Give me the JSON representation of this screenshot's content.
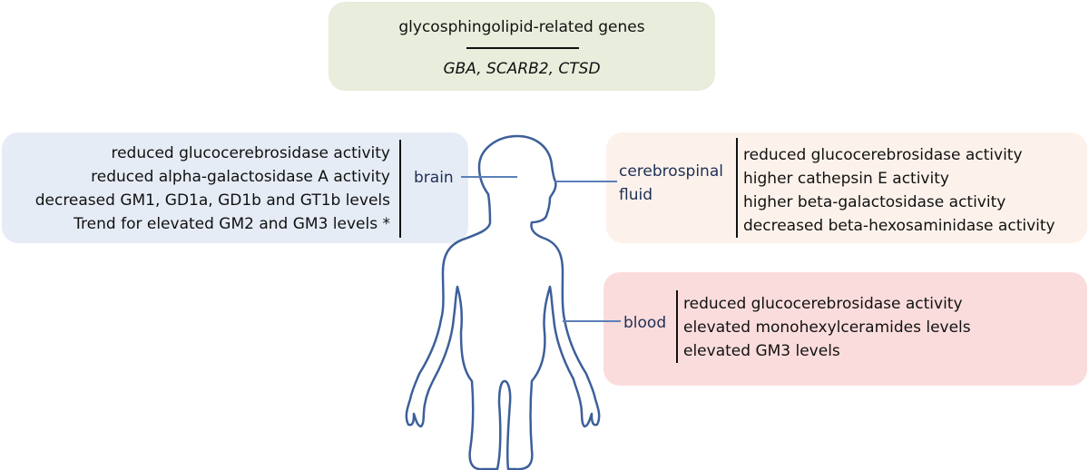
{
  "genes": {
    "title": "glycosphingolipid-related genes",
    "list": "GBA, SCARB2, CTSD"
  },
  "brain": {
    "label": "brain",
    "items": [
      "reduced glucocerebrosidase activity",
      "reduced alpha-galactosidase A activity",
      "decreased GM1, GD1a, GD1b and GT1b levels",
      "Trend for elevated GM2 and GM3 levels *"
    ]
  },
  "csf": {
    "label_line1": "cerebrospinal",
    "label_line2": "fluid",
    "items": [
      "reduced glucocerebrosidase activity",
      "higher cathepsin E activity",
      "higher beta-galactosidase activity",
      "decreased beta-hexosaminidase activity"
    ]
  },
  "blood": {
    "label": "blood",
    "items": [
      "reduced glucocerebrosidase activity",
      "elevated monohexylceramides levels",
      "elevated GM3 levels"
    ]
  },
  "colors": {
    "genes_panel": "#e8eddc",
    "brain_panel": "#e6ecf6",
    "csf_panel": "#fcf2eb",
    "blood_panel": "#fbdcdc",
    "figure_stroke": "#3d5f9a",
    "connector": "#5b7fb8"
  }
}
